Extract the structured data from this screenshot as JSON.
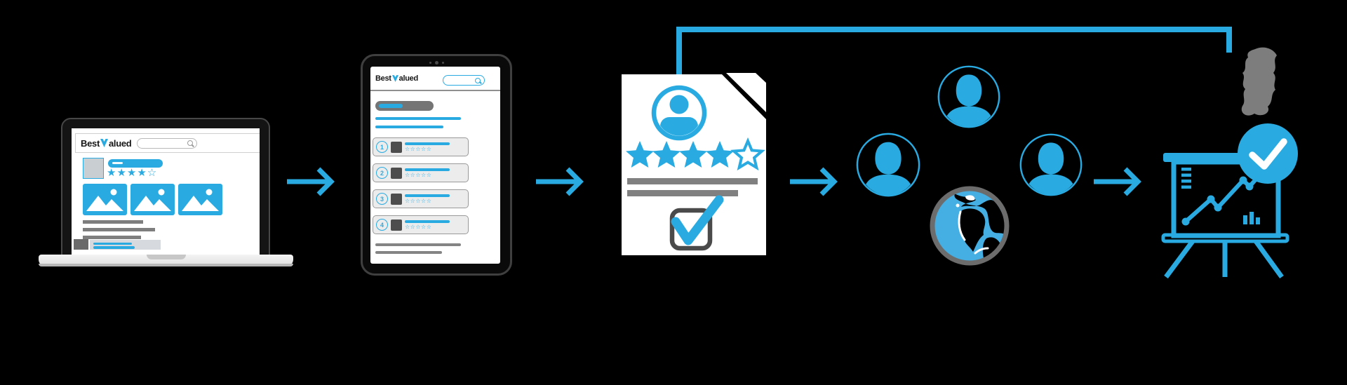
{
  "colors": {
    "bg": "#000000",
    "accent": "#29ABE2",
    "ocean": "#45AFE4"
  },
  "brand": {
    "prefix": "Best",
    "suffix": "alued"
  },
  "laptop": {
    "search": {
      "value": ""
    },
    "listing": {
      "stars": "★★★★☆"
    }
  },
  "tablet": {
    "search": {
      "value": ""
    },
    "items": [
      {
        "rank": "1",
        "stars": "☆☆☆☆☆"
      },
      {
        "rank": "2",
        "stars": "☆☆☆☆☆"
      },
      {
        "rank": "3",
        "stars": "☆☆☆☆☆"
      },
      {
        "rank": "4",
        "stars": "☆☆☆☆☆"
      }
    ]
  },
  "document": {
    "stars_filled": 4,
    "stars_outline": 1,
    "checkbox_checked": true
  },
  "network": {
    "avatar_count": 3
  },
  "presentation": {
    "approved": true
  }
}
